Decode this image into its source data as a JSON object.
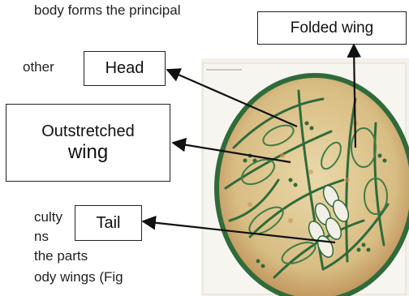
{
  "background_text": [
    "body forms the principal",
    "other",
    "culty",
    "ns",
    "the parts",
    "ody  wings  (Fig"
  ],
  "labels": {
    "folded_wing": "Folded wing",
    "head": "Head",
    "outstretched_line1": "Outstretched",
    "outstretched_line2": "wing",
    "tail": "Tail"
  },
  "colors": {
    "plate_green": "#2f6b3a",
    "plate_cream": "#e2cf9c",
    "plate_tan": "#c98e52",
    "background": "#ffffff",
    "text": "#111111"
  }
}
